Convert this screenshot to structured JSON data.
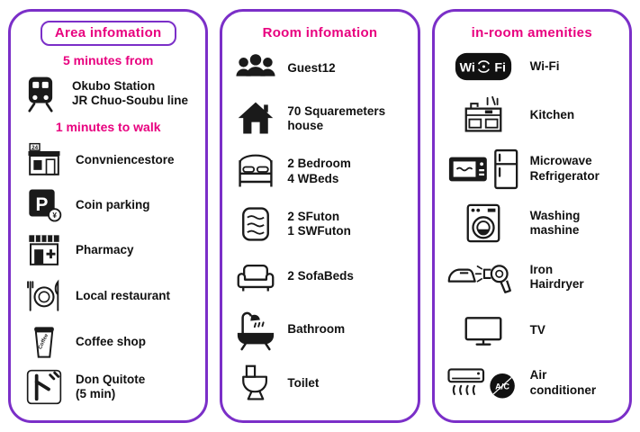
{
  "colors": {
    "accent_pink": "#e8007f",
    "border_purple": "#7b2fc8",
    "icon_black": "#1a1a1a"
  },
  "area_panel": {
    "title": "Area infomation",
    "from_heading": "5 minutes from",
    "station_label": "Okubo Station\nJR Chuo-Soubu line",
    "walk_heading": "1 minutes to walk",
    "items": [
      {
        "icon": "convenience-store-icon",
        "label": "Convniencestore"
      },
      {
        "icon": "coin-parking-icon",
        "label": "Coin parking"
      },
      {
        "icon": "pharmacy-icon",
        "label": "Pharmacy"
      },
      {
        "icon": "restaurant-icon",
        "label": "Local restaurant"
      },
      {
        "icon": "coffee-cup-icon",
        "label": "Coffee shop"
      },
      {
        "icon": "don-quijote-icon",
        "label": "Don Quitote\n(5 min)"
      }
    ]
  },
  "room_panel": {
    "title": "Room infomation",
    "items": [
      {
        "icon": "guests-icon",
        "label": "Guest12"
      },
      {
        "icon": "house-icon",
        "label": "70 Squaremeters\n house"
      },
      {
        "icon": "bed-icon",
        "label": "2 Bedroom\n4 WBeds"
      },
      {
        "icon": "futon-icon",
        "label": "2 SFuton\n1 SWFuton"
      },
      {
        "icon": "sofa-icon",
        "label": "2 SofaBeds"
      },
      {
        "icon": "bathtub-icon",
        "label": "Bathroom"
      },
      {
        "icon": "toilet-icon",
        "label": "Toilet"
      }
    ]
  },
  "amenities_panel": {
    "title": "in-room amenities",
    "items": [
      {
        "icon": "wifi-logo-icon",
        "label": "Wi-Fi"
      },
      {
        "icon": "kitchen-icon",
        "label": "Kitchen"
      },
      {
        "icon": "microwave-refrigerator-icon",
        "label": "Microwave\nRefrigerator"
      },
      {
        "icon": "washing-machine-icon",
        "label": "Washing\nmashine"
      },
      {
        "icon": "iron-hairdryer-icon",
        "label": "Iron\nHairdryer"
      },
      {
        "icon": "tv-icon",
        "label": "TV"
      },
      {
        "icon": "air-conditioner-icon",
        "label": "Air\nconditioner"
      }
    ]
  }
}
